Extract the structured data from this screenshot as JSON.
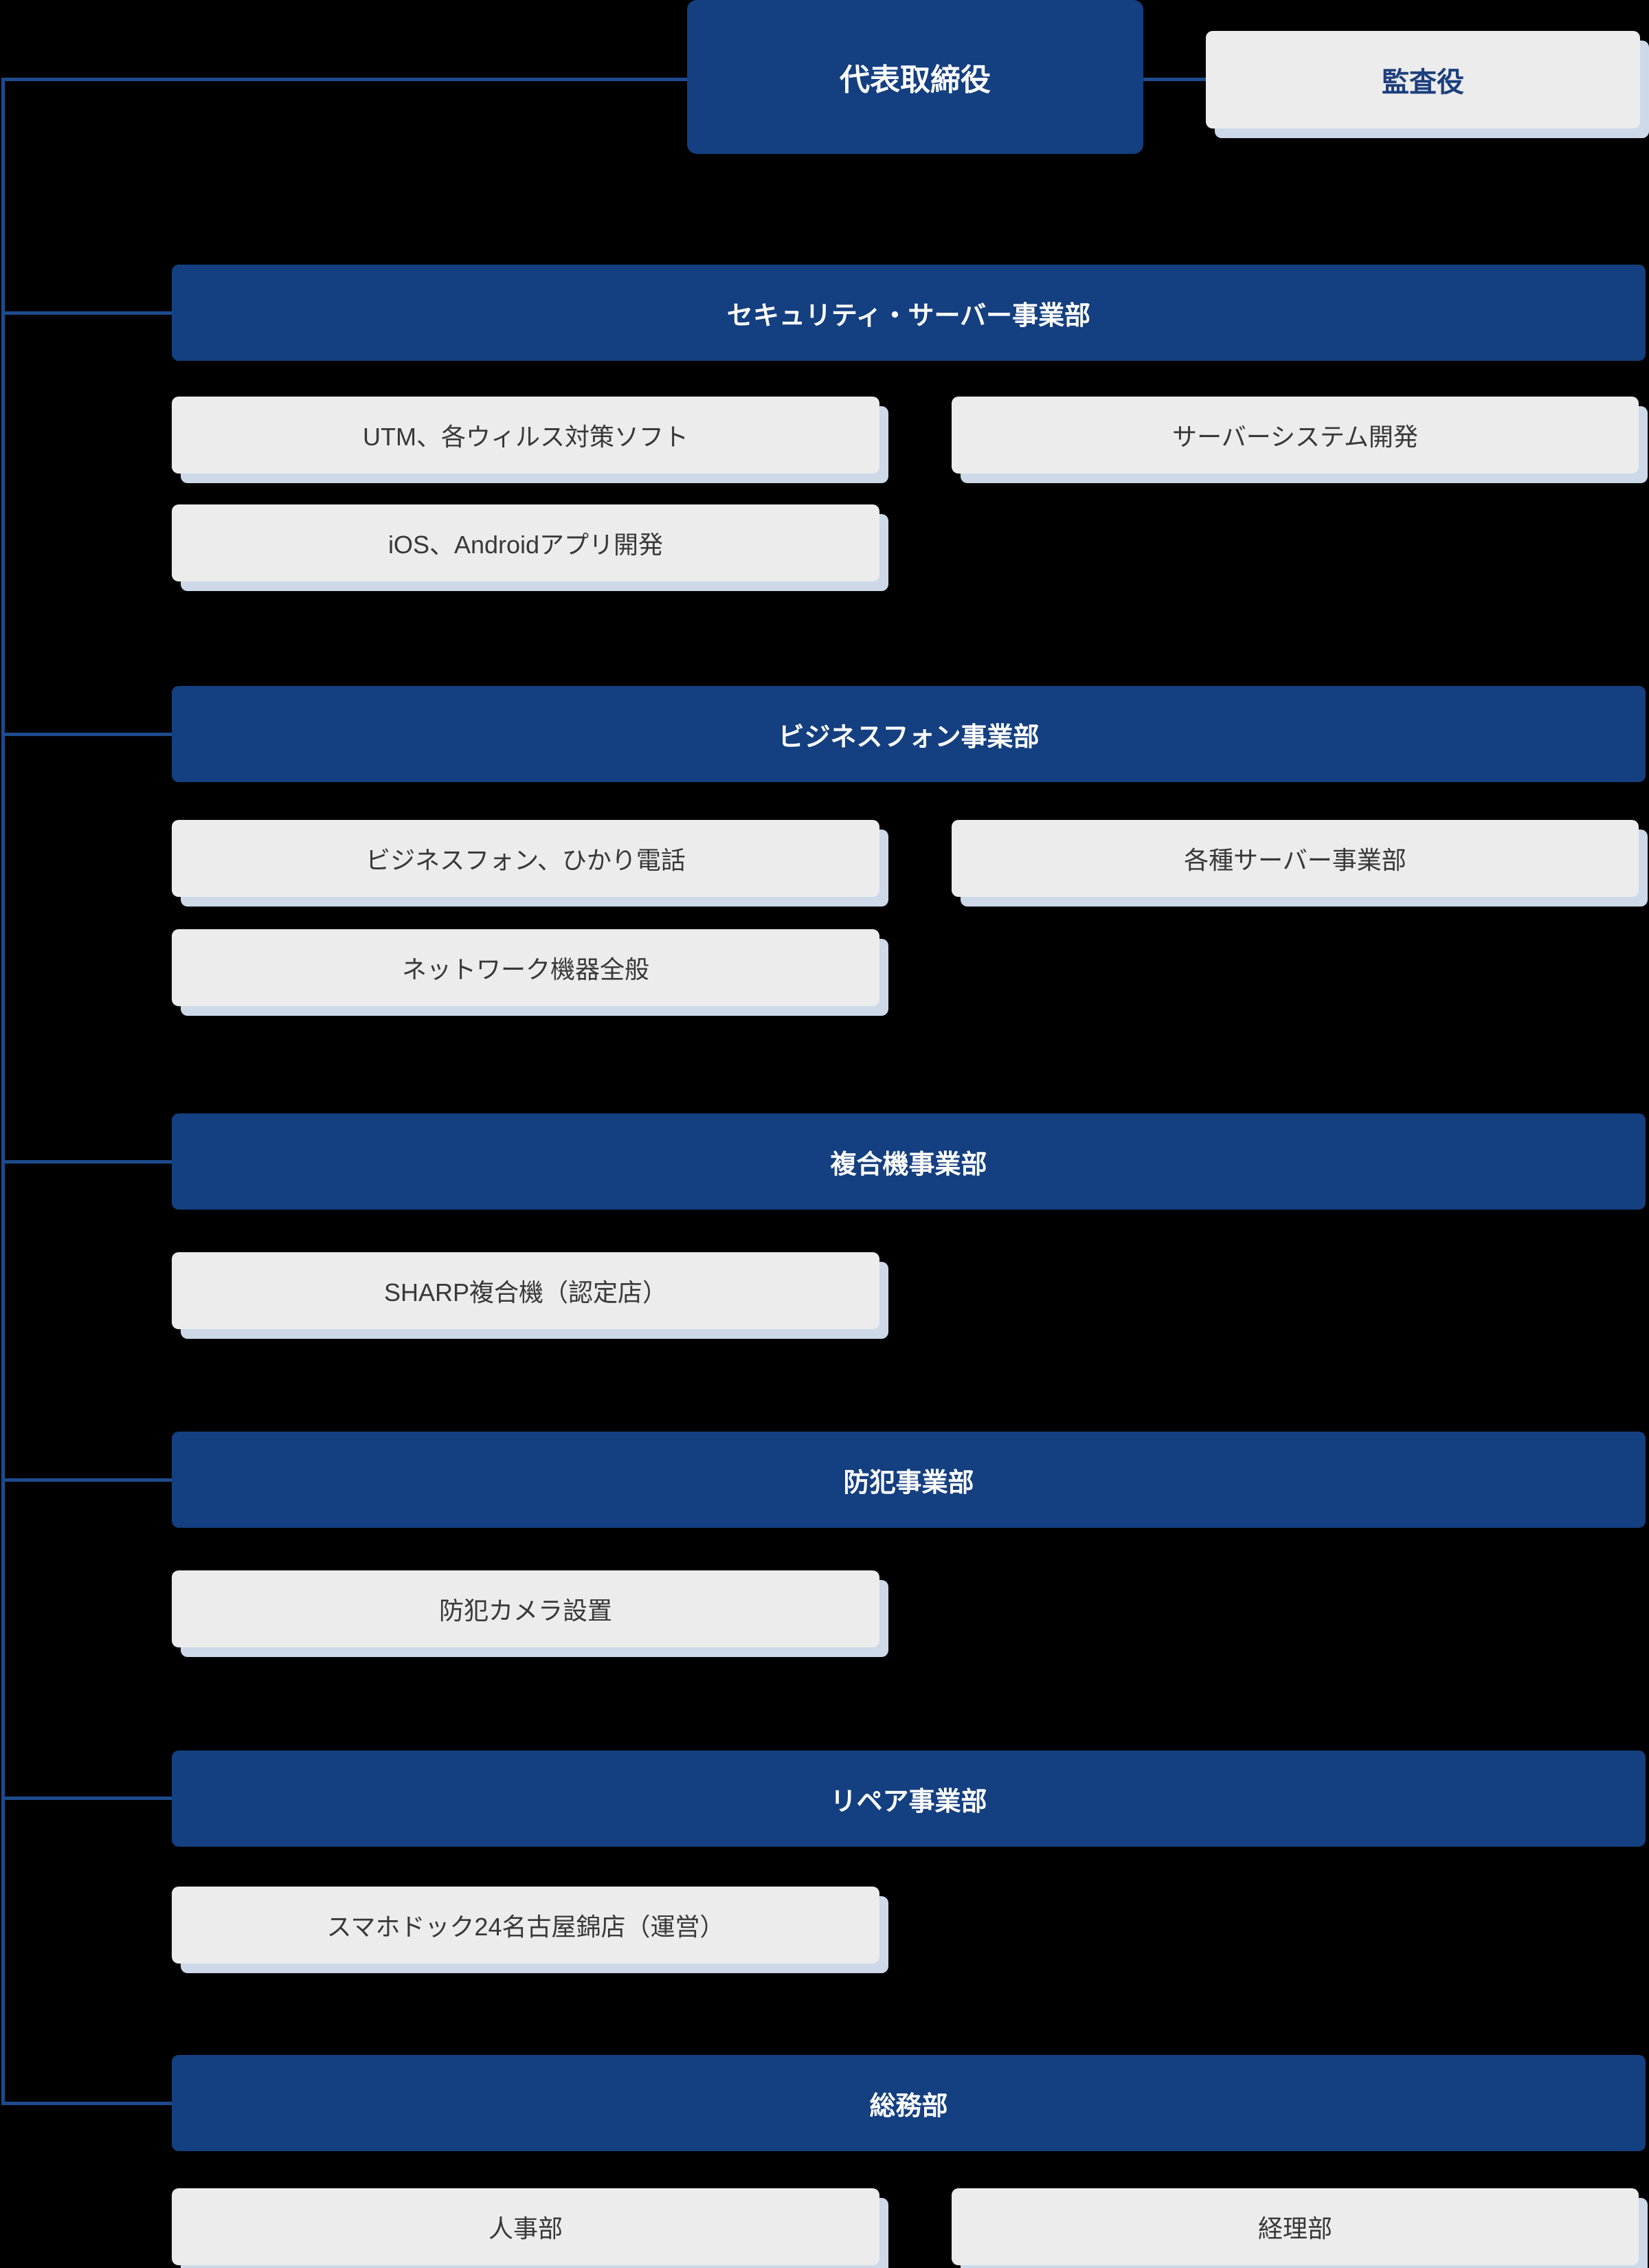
{
  "chart_type": "org-chart",
  "colors": {
    "background": "#000000",
    "navy_box": "#143f80",
    "connector_line": "#1d4b8e",
    "gray_box_fill": "#ececec",
    "box_shadow": "#cdd9e9",
    "header_text": "#ffffff",
    "auditor_text": "#1c3f7d",
    "gray_box_text": "#383838"
  },
  "top": {
    "president": "代表取締役",
    "auditor": "監査役"
  },
  "sections": [
    {
      "title": "セキュリティ・サーバー事業部",
      "boxes": [
        "UTM、各ウィルス対策ソフト",
        "サーバーシステム開発",
        "iOS、Androidアプリ開発"
      ]
    },
    {
      "title": "ビジネスフォン事業部",
      "boxes": [
        "ビジネスフォン、ひかり電話",
        "各種サーバー事業部",
        "ネットワーク機器全般"
      ]
    },
    {
      "title": "複合機事業部",
      "boxes": [
        "SHARP複合機（認定店）"
      ]
    },
    {
      "title": "防犯事業部",
      "boxes": [
        "防犯カメラ設置"
      ]
    },
    {
      "title": "リペア事業部",
      "boxes": [
        "スマホドック24名古屋錦店（運営）"
      ]
    },
    {
      "title": "総務部",
      "boxes": [
        "人事部",
        "経理部"
      ]
    }
  ]
}
